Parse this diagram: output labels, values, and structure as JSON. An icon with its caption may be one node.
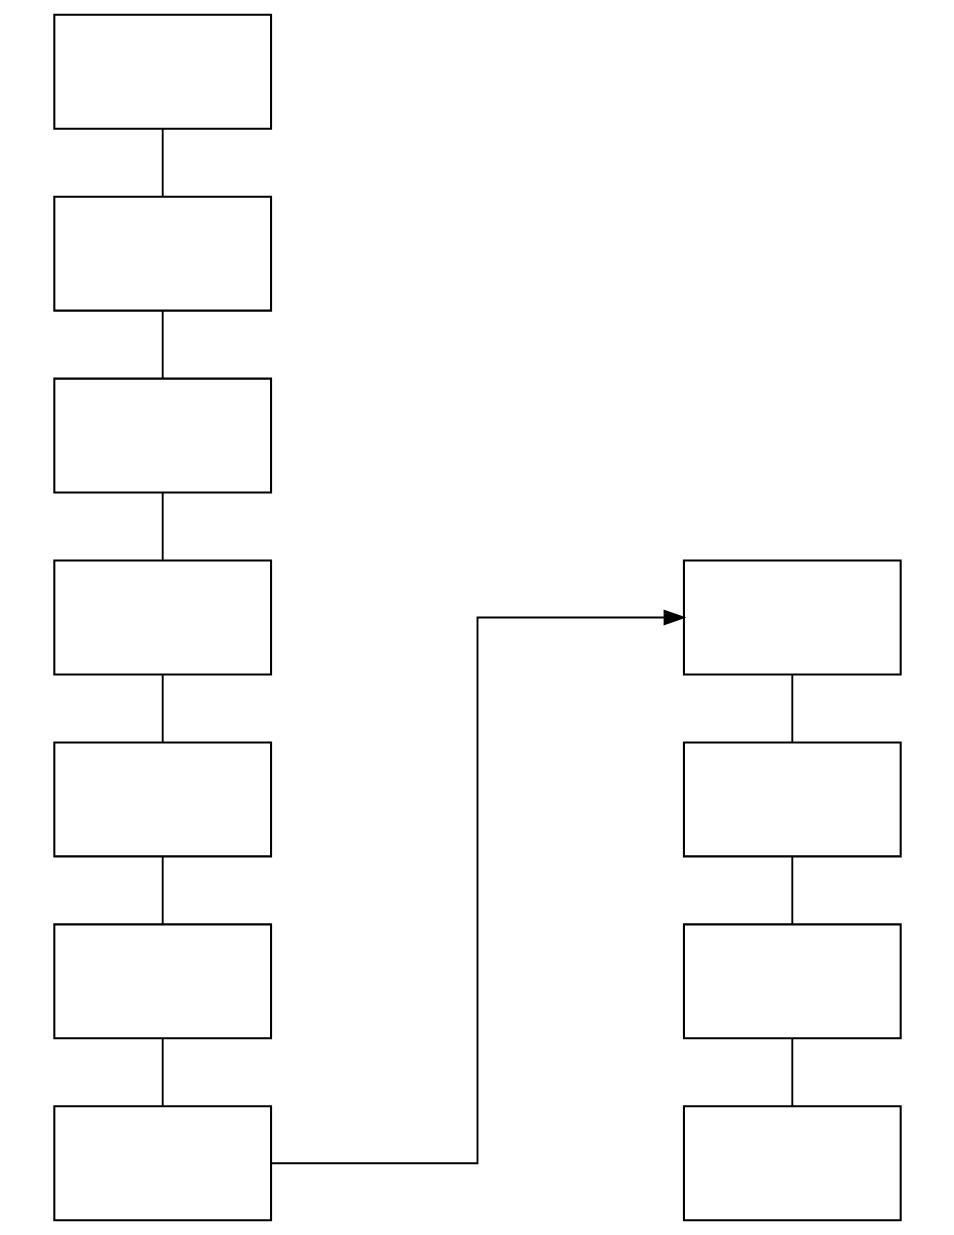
{
  "diagram": {
    "nodes": [
      {
        "text": [],
        "shape": "box"
      },
      {
        "text": [],
        "shape": "box"
      },
      {
        "text": [],
        "shape": "box"
      },
      {
        "text": [],
        "shape": "box"
      },
      {
        "text": [],
        "shape": "box"
      },
      {
        "text": [],
        "shape": "box"
      },
      {
        "text": [],
        "shape": "box"
      },
      {
        "text": [],
        "shape": "box"
      },
      {
        "text": [],
        "shape": "box"
      },
      {
        "text": [],
        "shape": "box"
      },
      {
        "text": [],
        "shape": "box"
      }
    ],
    "edges": [
      {
        "from": 0,
        "to": 1,
        "arrow": "none"
      },
      {
        "from": 1,
        "to": 2,
        "arrow": "none"
      },
      {
        "from": 2,
        "to": 3,
        "arrow": "none"
      },
      {
        "from": 3,
        "to": 4,
        "arrow": "none"
      },
      {
        "from": 4,
        "to": 5,
        "arrow": "none"
      },
      {
        "from": 5,
        "to": 6,
        "arrow": "none"
      },
      {
        "from": 6,
        "to": 7,
        "arrow": "to"
      },
      {
        "from": 7,
        "to": 8,
        "arrow": "none"
      },
      {
        "from": 8,
        "to": 9,
        "arrow": "none"
      },
      {
        "from": 9,
        "to": 10,
        "arrow": "none"
      }
    ]
  }
}
